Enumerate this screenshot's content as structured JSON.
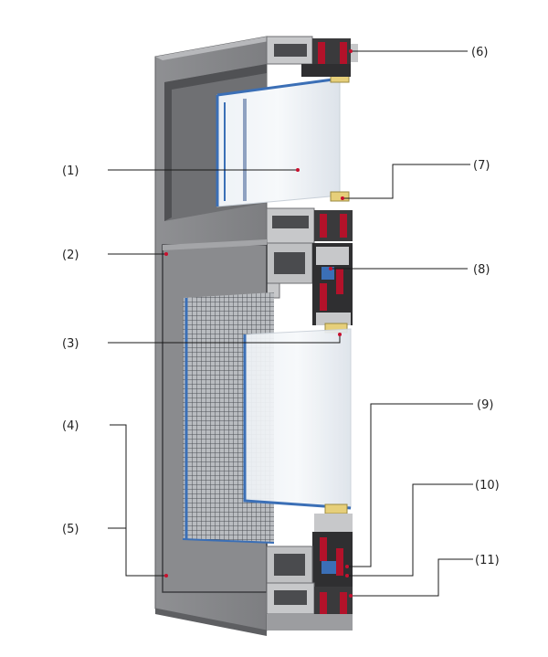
{
  "callouts": {
    "c1": "(1)",
    "c2": "(2)",
    "c3": "(3)",
    "c4": "(4)",
    "c5": "(5)",
    "c6": "(6)",
    "c7": "(7)",
    "c8": "(8)",
    "c9": "(9)",
    "c10": "(10)",
    "c11": "(11)"
  },
  "colors": {
    "frame_face": "#8c8d90",
    "frame_dark": "#3a3a3c",
    "frame_light": "#c7c8ca",
    "glass": "#dfe6ee",
    "spacer_blue": "#3b6fb6",
    "thermal_red": "#b3122a",
    "seal_yellow": "#e6cf7a",
    "leader_line": "#1a1a1a",
    "marker_dot": "#c8102e"
  }
}
